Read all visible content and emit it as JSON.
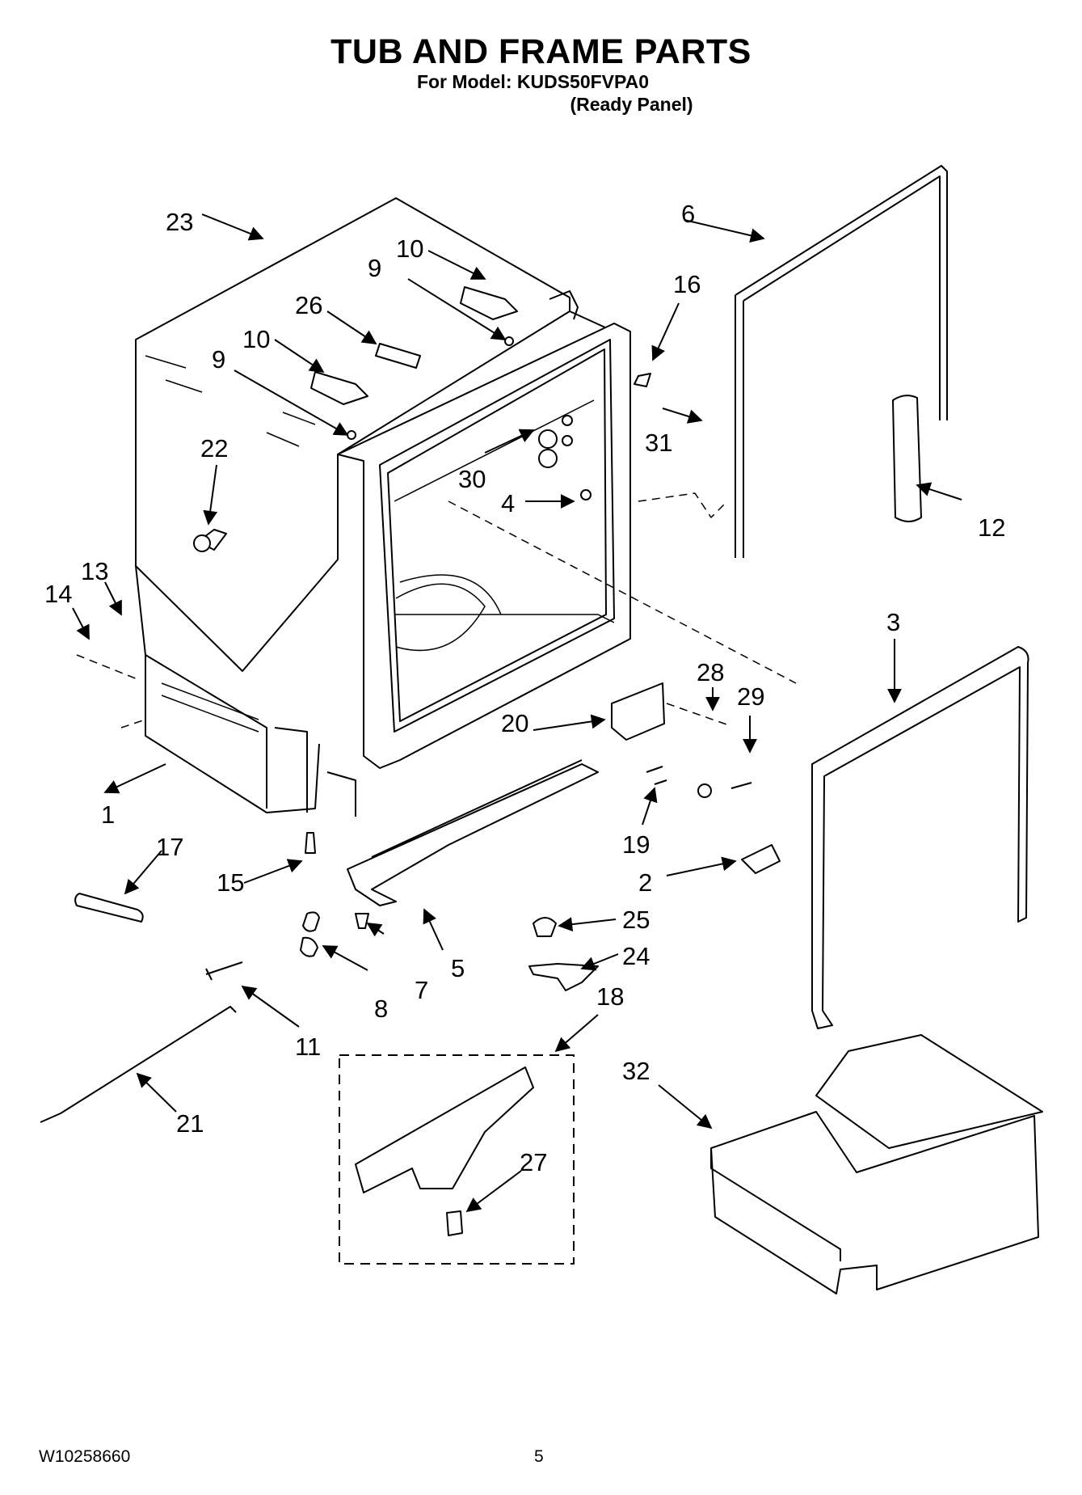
{
  "header": {
    "title": "TUB AND FRAME PARTS",
    "model_line": "For Model: KUDS50FVPA0",
    "panel_line": "(Ready Panel)"
  },
  "callouts": [
    "1",
    "2",
    "3",
    "4",
    "5",
    "6",
    "7",
    "8",
    "9",
    "9",
    "10",
    "10",
    "11",
    "12",
    "13",
    "14",
    "15",
    "16",
    "17",
    "18",
    "19",
    "20",
    "21",
    "22",
    "23",
    "24",
    "25",
    "26",
    "27",
    "28",
    "29",
    "30",
    "31",
    "32"
  ],
  "footer": {
    "doc_number": "W10258660",
    "page_number": "5"
  }
}
